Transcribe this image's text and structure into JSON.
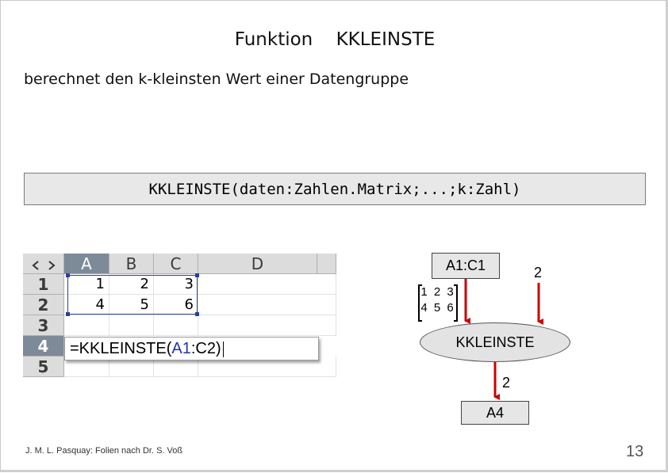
{
  "slide": {
    "title": "Funktion KKLEINSTE",
    "subtitle": "berechnet den k-kleinsten Wert einer Datengruppe",
    "syntax": "KKLEINSTE(daten:Zahlen.Matrix;...;k:Zahl)",
    "footer": "J. M. L. Pasquay: Folien nach Dr. S. Voß",
    "page_number": "13"
  },
  "spreadsheet": {
    "corner_icon": "select-all-icon",
    "columns": [
      "A",
      "B",
      "C",
      "D"
    ],
    "rows": [
      "1",
      "2",
      "3",
      "4",
      "5"
    ],
    "cells": {
      "r1": [
        "1",
        "2",
        "3"
      ],
      "r2": [
        "4",
        "5",
        "6"
      ]
    },
    "formula": {
      "prefix": "=KKLEINSTE(",
      "ref_a1": "A1",
      "rest": ":C2)"
    }
  },
  "diagram": {
    "range_box": "A1:C1",
    "k_input": "2",
    "matrix_row1": "1 2 3",
    "matrix_row2": "4 5 6",
    "function_node": "KKLEINSTE",
    "output_value": "2",
    "result_box": "A4",
    "arrow_color": "#cc0000"
  }
}
